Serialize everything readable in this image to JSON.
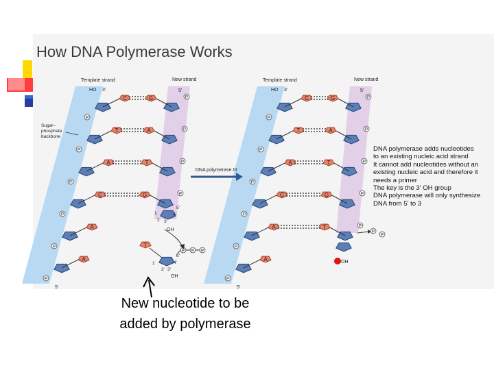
{
  "slide": {
    "title": "How DNA Polymerase Works",
    "caption_lines": [
      "New nucleotide to be",
      "added by polymerase"
    ]
  },
  "diagram": {
    "left_panel": {
      "template_strand_label": "Template strand",
      "new_strand_label": "New strand",
      "top_left_end": "HO",
      "top_template_prime": "3'",
      "top_new_prime": "5'",
      "bottom_template_prime": "5'",
      "backbone_label_lines": [
        "Sugar–",
        "phosphate",
        "backbone"
      ],
      "base_pairs": [
        [
          "C",
          "G"
        ],
        [
          "T",
          "A"
        ],
        [
          "A",
          "T"
        ],
        [
          "C",
          "G"
        ],
        [
          "A",
          ""
        ],
        [
          "A",
          ""
        ]
      ],
      "end_numbers": [
        "1",
        "2",
        "3'",
        "4'",
        "5'"
      ],
      "end_oh": "OH",
      "incoming_base": "T",
      "incoming_numbers": [
        "1",
        "2'",
        "3'",
        "4'",
        "5'"
      ],
      "incoming_oh": "OH",
      "phosphate_label": "P"
    },
    "arrow_label": "DNA polymerase III",
    "right_panel": {
      "template_strand_label": "Template strand",
      "new_strand_label": "New strand",
      "top_left_end": "HO",
      "top_template_prime": "3'",
      "top_new_prime": "5'",
      "bottom_template_prime": "5'",
      "base_pairs": [
        [
          "C",
          "G"
        ],
        [
          "T",
          "A"
        ],
        [
          "A",
          "T"
        ],
        [
          "C",
          "G"
        ],
        [
          "A",
          "T"
        ],
        [
          "A",
          ""
        ]
      ],
      "end_numbers": [
        "3'"
      ],
      "end_oh": "OH"
    },
    "notes": [
      "DNA polymerase adds nucleotides",
      "to an existing nucleic acid strand",
      "It cannot add nucleotides without an",
      "existing nucleic acid and therefore it",
      "needs a primer",
      "The key is the 3' OH group",
      "DNA polymerase will only synthesize",
      "DNA from 5' to 3"
    ]
  },
  "colors": {
    "template_band": "#b9d9f2",
    "new_band": "#e2cfe8",
    "sugar_fill": "#5d7fb5",
    "sugar_stroke": "#2c4f86",
    "base_fill": "#e8836a",
    "base_stroke": "#a0412b",
    "arrow": "#2f5b93",
    "highlight": "#e01616"
  }
}
